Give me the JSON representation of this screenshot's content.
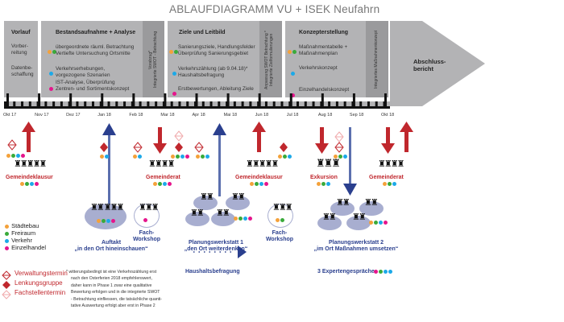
{
  "title": "ABLAUFDIAGRAMM VU + ISEK Neufahrn",
  "phases": {
    "vorlauf": {
      "title": "Vorlauf",
      "items": [
        "Vorber-\nreitung",
        "Datenbe-\nschaffung"
      ]
    },
    "bestand": {
      "title": "Bestandsaufnahme + Analyse",
      "items": [
        "übergeordnete räuml. Betrachtung",
        "Vertiefte Untersuchung Ortsmitte",
        "Verkehrserhebungen,",
        "vorgezogene Szenarien",
        "IST-Analyse, Überprüfung",
        "Zentren- und Sortimentskonzept"
      ],
      "vertical": "Vorabzug*\nIntegrierte SWOT - Betrachtung"
    },
    "ziele": {
      "title": "Ziele und Leitbild",
      "items": [
        "Sanierungsziele, Handlungsfelder",
        "Überprüfung Sanierungsgebiet",
        "Verkehrszählung (ab 9.04.18)*",
        "Haushaltsbefragung",
        "Erstbewertungen, Ableitung Ziele"
      ],
      "vertical": "Anpassung SWOT Betrachtung *\nIntegrierte Zielformulierungen"
    },
    "konzept": {
      "title": "Konzepterstellung",
      "items": [
        "Maßnahmentabelle +",
        "Maßnahmenplan",
        "Verkehrskonzept",
        "Einzelhandelskonzept"
      ],
      "vertical": "Integriertes Maßnahmenkonzept"
    },
    "abschluss": {
      "title": "Abschluss-\nbericht"
    }
  },
  "months": [
    "Okt 17",
    "Nov 17",
    "Dez 17",
    "Jan 18",
    "Feb 18",
    "Mar 18",
    "Apr 18",
    "Mai 18",
    "Jun 18",
    "Jul 18",
    "Aug 18",
    "Sep 18",
    "Okt 18"
  ],
  "events": {
    "gemeindeklausur1": "Gemeindeklausur",
    "gemeinderat1": "Gemeinderat",
    "gemeindeklausur2": "Gemeindeklausur",
    "exkursion": "Exkursion",
    "gemeinderat2": "Gemeinderat",
    "auftakt": "Auftakt\n„in den Ort hineinschauen“",
    "fachworkshop1": "Fach-\nWorkshop",
    "planungswerkstatt1": "Planungswerkstatt 1\n„den Ort weiterdenken“",
    "fachworkshop2": "Fach-\nWorkshop",
    "planungswerkstatt2": "Planungswerkstatt 2\n„im Ort Maßnahmen umsetzen“",
    "haushaltsbefragung": "Haushaltsbefragung",
    "expertengespraeche": "3 Expertengespräche"
  },
  "legend_topics": [
    {
      "label": "Städtebau",
      "color": "#f4a13a"
    },
    {
      "label": "Freiraum",
      "color": "#3aaa3a"
    },
    {
      "label": "Verkehr",
      "color": "#1ca9e8"
    },
    {
      "label": "Einzelhandel",
      "color": "#e5158c"
    }
  ],
  "legend_meetings": [
    {
      "label": "Verwaltungstermin",
      "icon": "diamond-outline-icon"
    },
    {
      "label": "Lenkungsgruppe",
      "icon": "diamond-filled-icon"
    },
    {
      "label": "Fachstellentermin",
      "icon": "diamond-light-icon"
    }
  ],
  "footnote": [
    "* witterungsbedingt ist eine Verkehrszählung erst",
    "nach den Osterferien 2018 empfehlenswert,",
    "daher kann in Phase 1 zwar eine qualitative",
    "Bewertung erfolgen und in die integrierte SWOT",
    "- Betrachtung einfliessen, die tatsächliche quanti-",
    "tative Auswertung erfolgt aber erst in Phase 2"
  ],
  "colors": {
    "red": "#c0272d",
    "blue": "#2a3f8e",
    "phase": "#b3b3b5",
    "phase_dark": "#9a9a9c"
  }
}
